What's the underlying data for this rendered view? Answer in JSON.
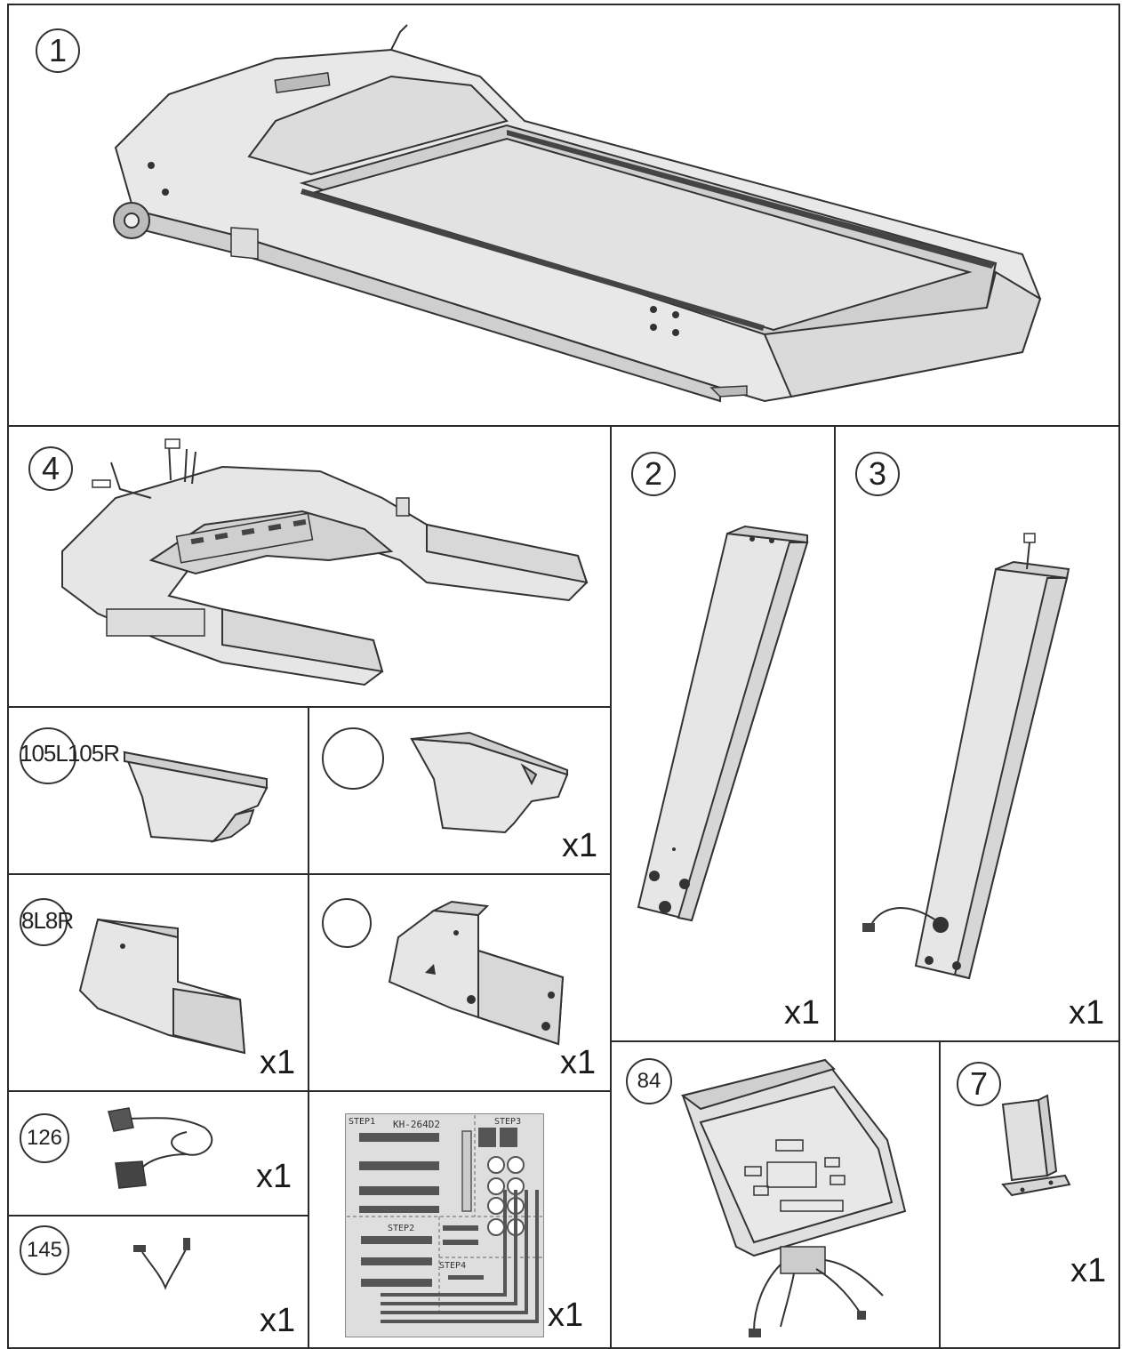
{
  "panels": {
    "p1": {
      "number": "1"
    },
    "p4": {
      "number": "4"
    },
    "p2": {
      "number": "2",
      "qty": "x1"
    },
    "p3": {
      "number": "3",
      "qty": "x1"
    },
    "p105": {
      "label": "105L105R"
    },
    "p105b": {
      "qty": "x1"
    },
    "p8": {
      "label": "8L8R",
      "qty": "x1"
    },
    "p8b": {
      "qty": "x1"
    },
    "p126": {
      "number": "126",
      "qty": "x1"
    },
    "p145": {
      "number": "145",
      "qty": "x1"
    },
    "pkit": {
      "qty": "x1",
      "title": "KH-264D2",
      "step1": "STEP1",
      "step2": "STEP2",
      "step3": "STEP3",
      "step4": "STEP4"
    },
    "p84": {
      "number": "84"
    },
    "p7": {
      "number": "7",
      "qty": "x1"
    }
  }
}
